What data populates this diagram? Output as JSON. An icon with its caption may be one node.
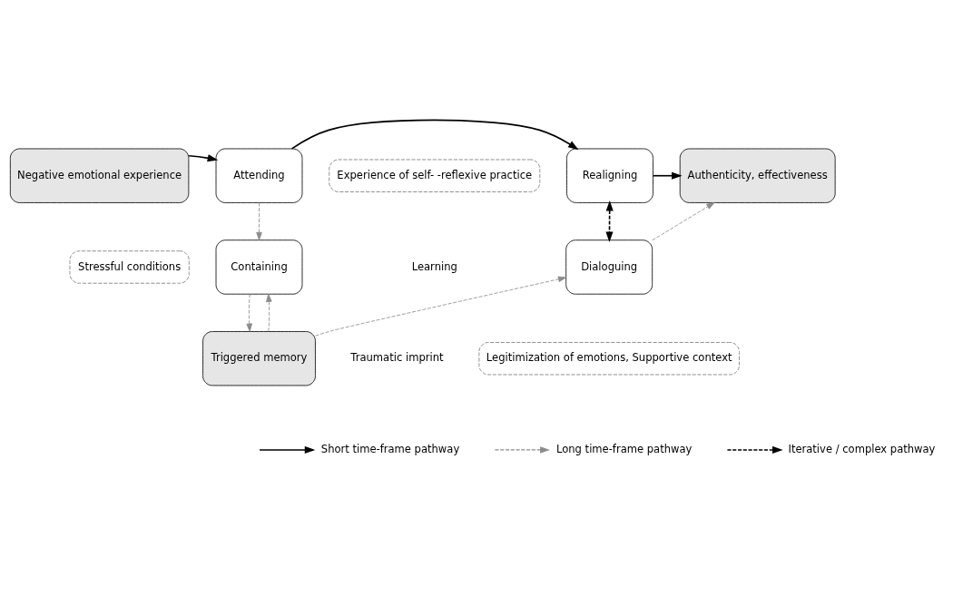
{
  "diagram": {
    "nodes": [
      {
        "text": [
          "Negative emotional experience"
        ]
      },
      {
        "text": [
          "Attending"
        ]
      },
      {
        "text": [
          "Realigning"
        ]
      },
      {
        "text": [
          "Authenticity, effectiveness"
        ]
      },
      {
        "text": [
          "Containing"
        ]
      },
      {
        "text": [
          "Dialoguing"
        ]
      },
      {
        "text": [
          "Triggered memory"
        ]
      },
      {
        "text": [
          "Experience of self- -reflexive practice"
        ]
      },
      {
        "text": [
          "Stressful conditions"
        ]
      },
      {
        "text": [
          "Legitimization of emotions, Supportive context"
        ]
      }
    ],
    "edges": [
      {
        "from": 0,
        "to": 1,
        "arrow": "to",
        "color": "#000000"
      },
      {
        "from": 1,
        "to": 2,
        "arrow": "to",
        "color": "#000000"
      },
      {
        "from": 2,
        "to": 3,
        "arrow": "to",
        "color": "#000000"
      },
      {
        "from": 1,
        "to": 4,
        "arrow": "to",
        "style": "dashed"
      },
      {
        "from": 2,
        "to": 5,
        "arrow": "both",
        "style": "dashed",
        "color": "#000000"
      },
      {
        "from": 5,
        "to": 3,
        "arrow": "to",
        "style": "dashed"
      },
      {
        "from": 4,
        "to": 6,
        "arrow": "to",
        "style": "dashed"
      },
      {
        "from": 6,
        "to": 4,
        "arrow": "to",
        "style": "dashed"
      },
      {
        "from": 6,
        "to": 5,
        "arrow": "to",
        "style": "dashed"
      }
    ],
    "labels": [
      "Learning",
      "Traumatic imprint"
    ],
    "legend": [
      {
        "text": "Short time-frame pathway"
      },
      {
        "text": "Long time-frame pathway"
      },
      {
        "text": "Iterative / complex pathway"
      }
    ]
  }
}
